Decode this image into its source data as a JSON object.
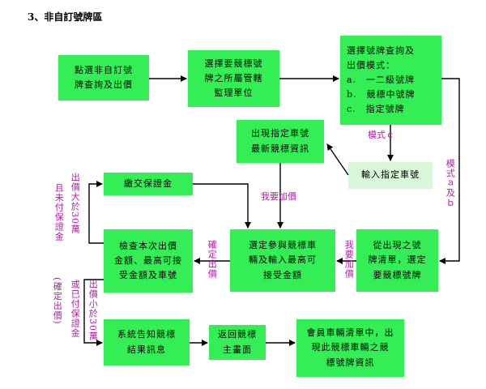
{
  "title": "3、非自訂號牌區",
  "nodes": {
    "n1": "點選非自訂號\n牌查詢及出價",
    "n2": "選擇要競標號\n牌之所屬管轄\n監理單位",
    "n3": "選擇號牌查詢及\n出價模式：\na.　一二級號牌\nb.　競標中號牌\nc.　指定號牌",
    "n4": "出現指定車號\n最新競標資訊",
    "n5": "輸入指定車號",
    "n6": "繳交保證金",
    "n7": "從出現之號\n牌清單，選定\n要競標號牌",
    "n8": "選定參與競標車\n輛及輸入最高可\n接受金額",
    "n9": "檢查本次出價\n金額、最高可接\n受金額及車號",
    "n10": "系統告知競標\n結果訊息",
    "n11": "返回競標\n主畫面",
    "n12": "會員車輛清單中，出\n現此競標車輛之競\n標號牌資訊"
  },
  "labels": {
    "mode_c": "模式ｃ",
    "mode_ab": "模式ａ及ｂ",
    "bid_1": "我要加價",
    "bid_2": "我要加價",
    "confirm_bid": "確定出價",
    "over30_a": "出價大於30萬",
    "over30_b": "且未付保證金",
    "under30_a": "出價小於30萬",
    "under30_b": "或已付保證金",
    "confirm_paren": "(確定出價)"
  },
  "colors": {
    "box": "#33ee55",
    "box_pale": "#d8f6d8",
    "label": "#b51ba8",
    "line": "#000000"
  }
}
